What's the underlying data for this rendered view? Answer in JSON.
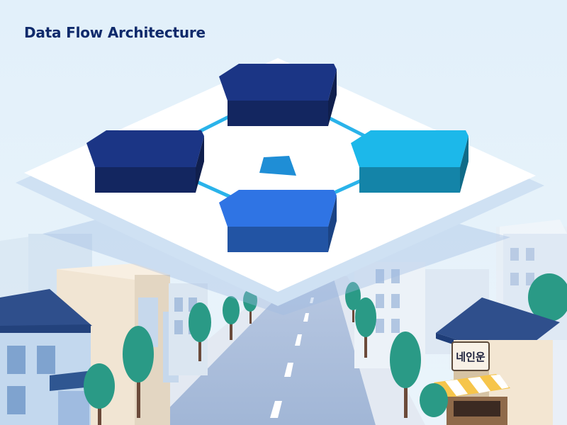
{
  "header": {
    "title": "Data Flow Architecture"
  },
  "diagram": {
    "nodes": [
      {
        "id": "top",
        "tone": "navy"
      },
      {
        "id": "left",
        "tone": "navy"
      },
      {
        "id": "right",
        "tone": "cyan"
      },
      {
        "id": "bottom",
        "tone": "blue"
      }
    ],
    "connectors": [
      {
        "from": "left",
        "to": "top"
      },
      {
        "from": "top",
        "to": "right"
      },
      {
        "from": "left",
        "to": "bottom"
      },
      {
        "from": "bottom",
        "to": "right"
      }
    ]
  },
  "scene": {
    "shop_sign": "네인운"
  },
  "colors": {
    "navy": "#1b3585",
    "cyan": "#1cb8ea",
    "blue": "#2f74e4",
    "connector": "#2ab3ea",
    "sky": "#e4f1fb",
    "road": "#a9bdd9",
    "tree": "#2a9a86"
  }
}
